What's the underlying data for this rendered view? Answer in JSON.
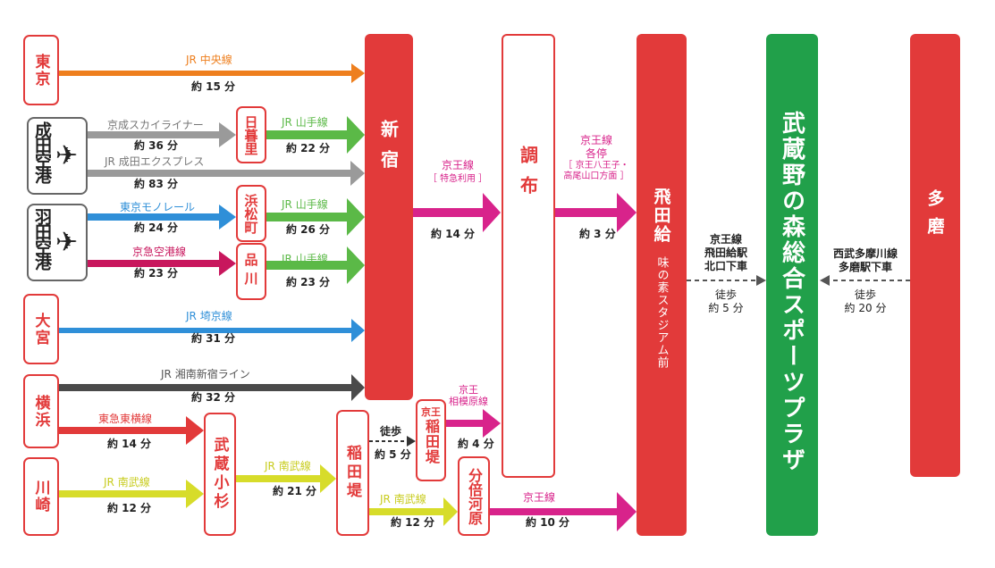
{
  "colors": {
    "red": "#e23a3a",
    "orange": "#ee7f1e",
    "gray": "#9a9a9a",
    "green": "#5bb947",
    "blue": "#2f8fd8",
    "crimson": "#c8175d",
    "dark": "#4a4a4a",
    "yellow": "#d7dc2a",
    "magenta": "#d8238b",
    "sports_green": "#21a04a"
  },
  "icons": {
    "airport": "airplane-icon"
  },
  "origins": {
    "tokyo": "東京",
    "narita": "成田空港",
    "haneda": "羽田空港",
    "omiya": "大宮",
    "yokohama": "横浜",
    "kawasaki": "川崎"
  },
  "transfers": {
    "nippori": "日暮里",
    "hamamatsucho": "浜松町",
    "shinagawa": "品川",
    "musashikosugi": "武蔵小杉",
    "inadazutsumi": "稲田堤",
    "keio_inadazutsumi_prefix": "京王",
    "keio_inadazutsumi": "稲田堤",
    "bubaigawara": "分倍河原"
  },
  "hubs": {
    "shinjuku": "新宿",
    "chofu": "調布",
    "tobitakyu": "飛田給",
    "tobitakyu_sub": "味の素スタジアム前",
    "tama": "多磨"
  },
  "destination": "武蔵野の森総合スポーツプラザ",
  "routes": {
    "tokyo_line": "JR 中央線",
    "tokyo_time": "約 15 分",
    "skyliner": "京成スカイライナー",
    "skyliner_time": "約 36 分",
    "narita_yamanote": "JR 山手線",
    "narita_yamanote_time": "約 22 分",
    "nex": "JR 成田エクスプレス",
    "nex_time": "約 83 分",
    "monorail": "東京モノレール",
    "monorail_time": "約 24 分",
    "hama_yamanote": "JR 山手線",
    "hama_yamanote_time": "約 26 分",
    "keikyu": "京急空港線",
    "keikyu_time": "約 23 分",
    "shina_yamanote": "JR 山手線",
    "shina_yamanote_time": "約 23 分",
    "saikyo": "JR 埼京線",
    "saikyo_time": "約 31 分",
    "shonan": "JR 湘南新宿ライン",
    "shonan_time": "約 32 分",
    "toyoko": "東急東横線",
    "toyoko_time": "約 14 分",
    "nambu_kawasaki": "JR 南武線",
    "nambu_kawasaki_time": "約 12 分",
    "nambu_kosugi": "JR 南武線",
    "nambu_kosugi_time": "約 21 分",
    "walk_inada": "徒歩",
    "walk_inada_time": "約 5 分",
    "sagamihara": "京王\n相模原線",
    "sagamihara_time": "約 4 分",
    "nambu_inada": "JR 南武線",
    "nambu_inada_time": "約 12 分",
    "keio_bubai": "京王線",
    "keio_bubai_time": "約 10 分",
    "keio_shinjuku": "京王線",
    "keio_shinjuku_note": "［ 特急利用 ］",
    "keio_shinjuku_time": "約 14 分",
    "keio_chofu": "京王線",
    "keio_chofu_sub": "各停",
    "keio_chofu_note": "［ 京王八王子・\n高尾山口方面 ］",
    "keio_chofu_time": "約 3 分",
    "tobita_access": "京王線\n飛田給駅\n北口下車",
    "tobita_walk": "徒歩\n約 5 分",
    "tama_access": "西武多摩川線\n多磨駅下車",
    "tama_walk": "徒歩\n約 20 分"
  }
}
